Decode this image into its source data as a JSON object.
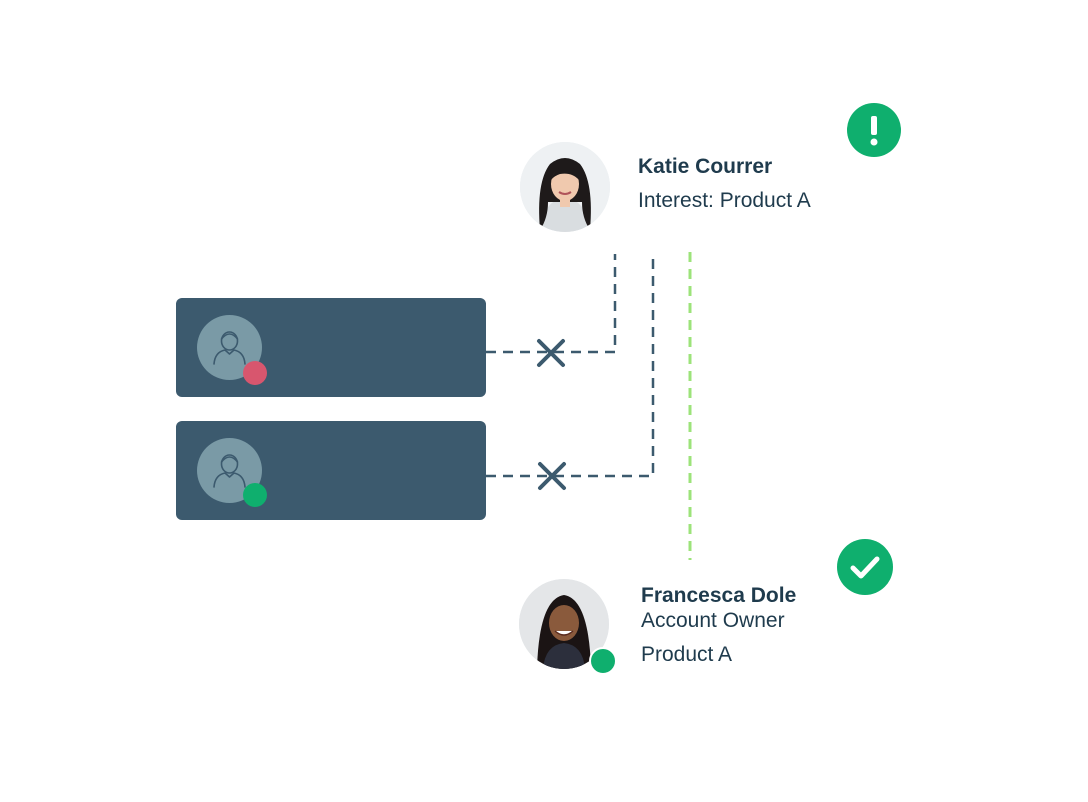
{
  "colors": {
    "card_bg": "#3c5a6e",
    "avatar_bg": "#7a9aa6",
    "dashed_line": "#3c5a6e",
    "success_line": "#9ce37a",
    "green": "#0faf6e",
    "red": "#d8566e",
    "text": "#1f3b4d"
  },
  "agents": [
    {
      "icon": "user-avatar-icon",
      "status": "away",
      "connection": "rejected"
    },
    {
      "icon": "user-avatar-icon",
      "status": "available",
      "connection": "rejected"
    }
  ],
  "lead": {
    "name": "Katie Courrer",
    "interest": "Interest: Product A",
    "badge_icon": "exclamation-icon"
  },
  "owner": {
    "name": "Francesca Dole",
    "role": "Account Owner",
    "product": "Product A",
    "status": "available",
    "badge_icon": "checkmark-icon"
  }
}
